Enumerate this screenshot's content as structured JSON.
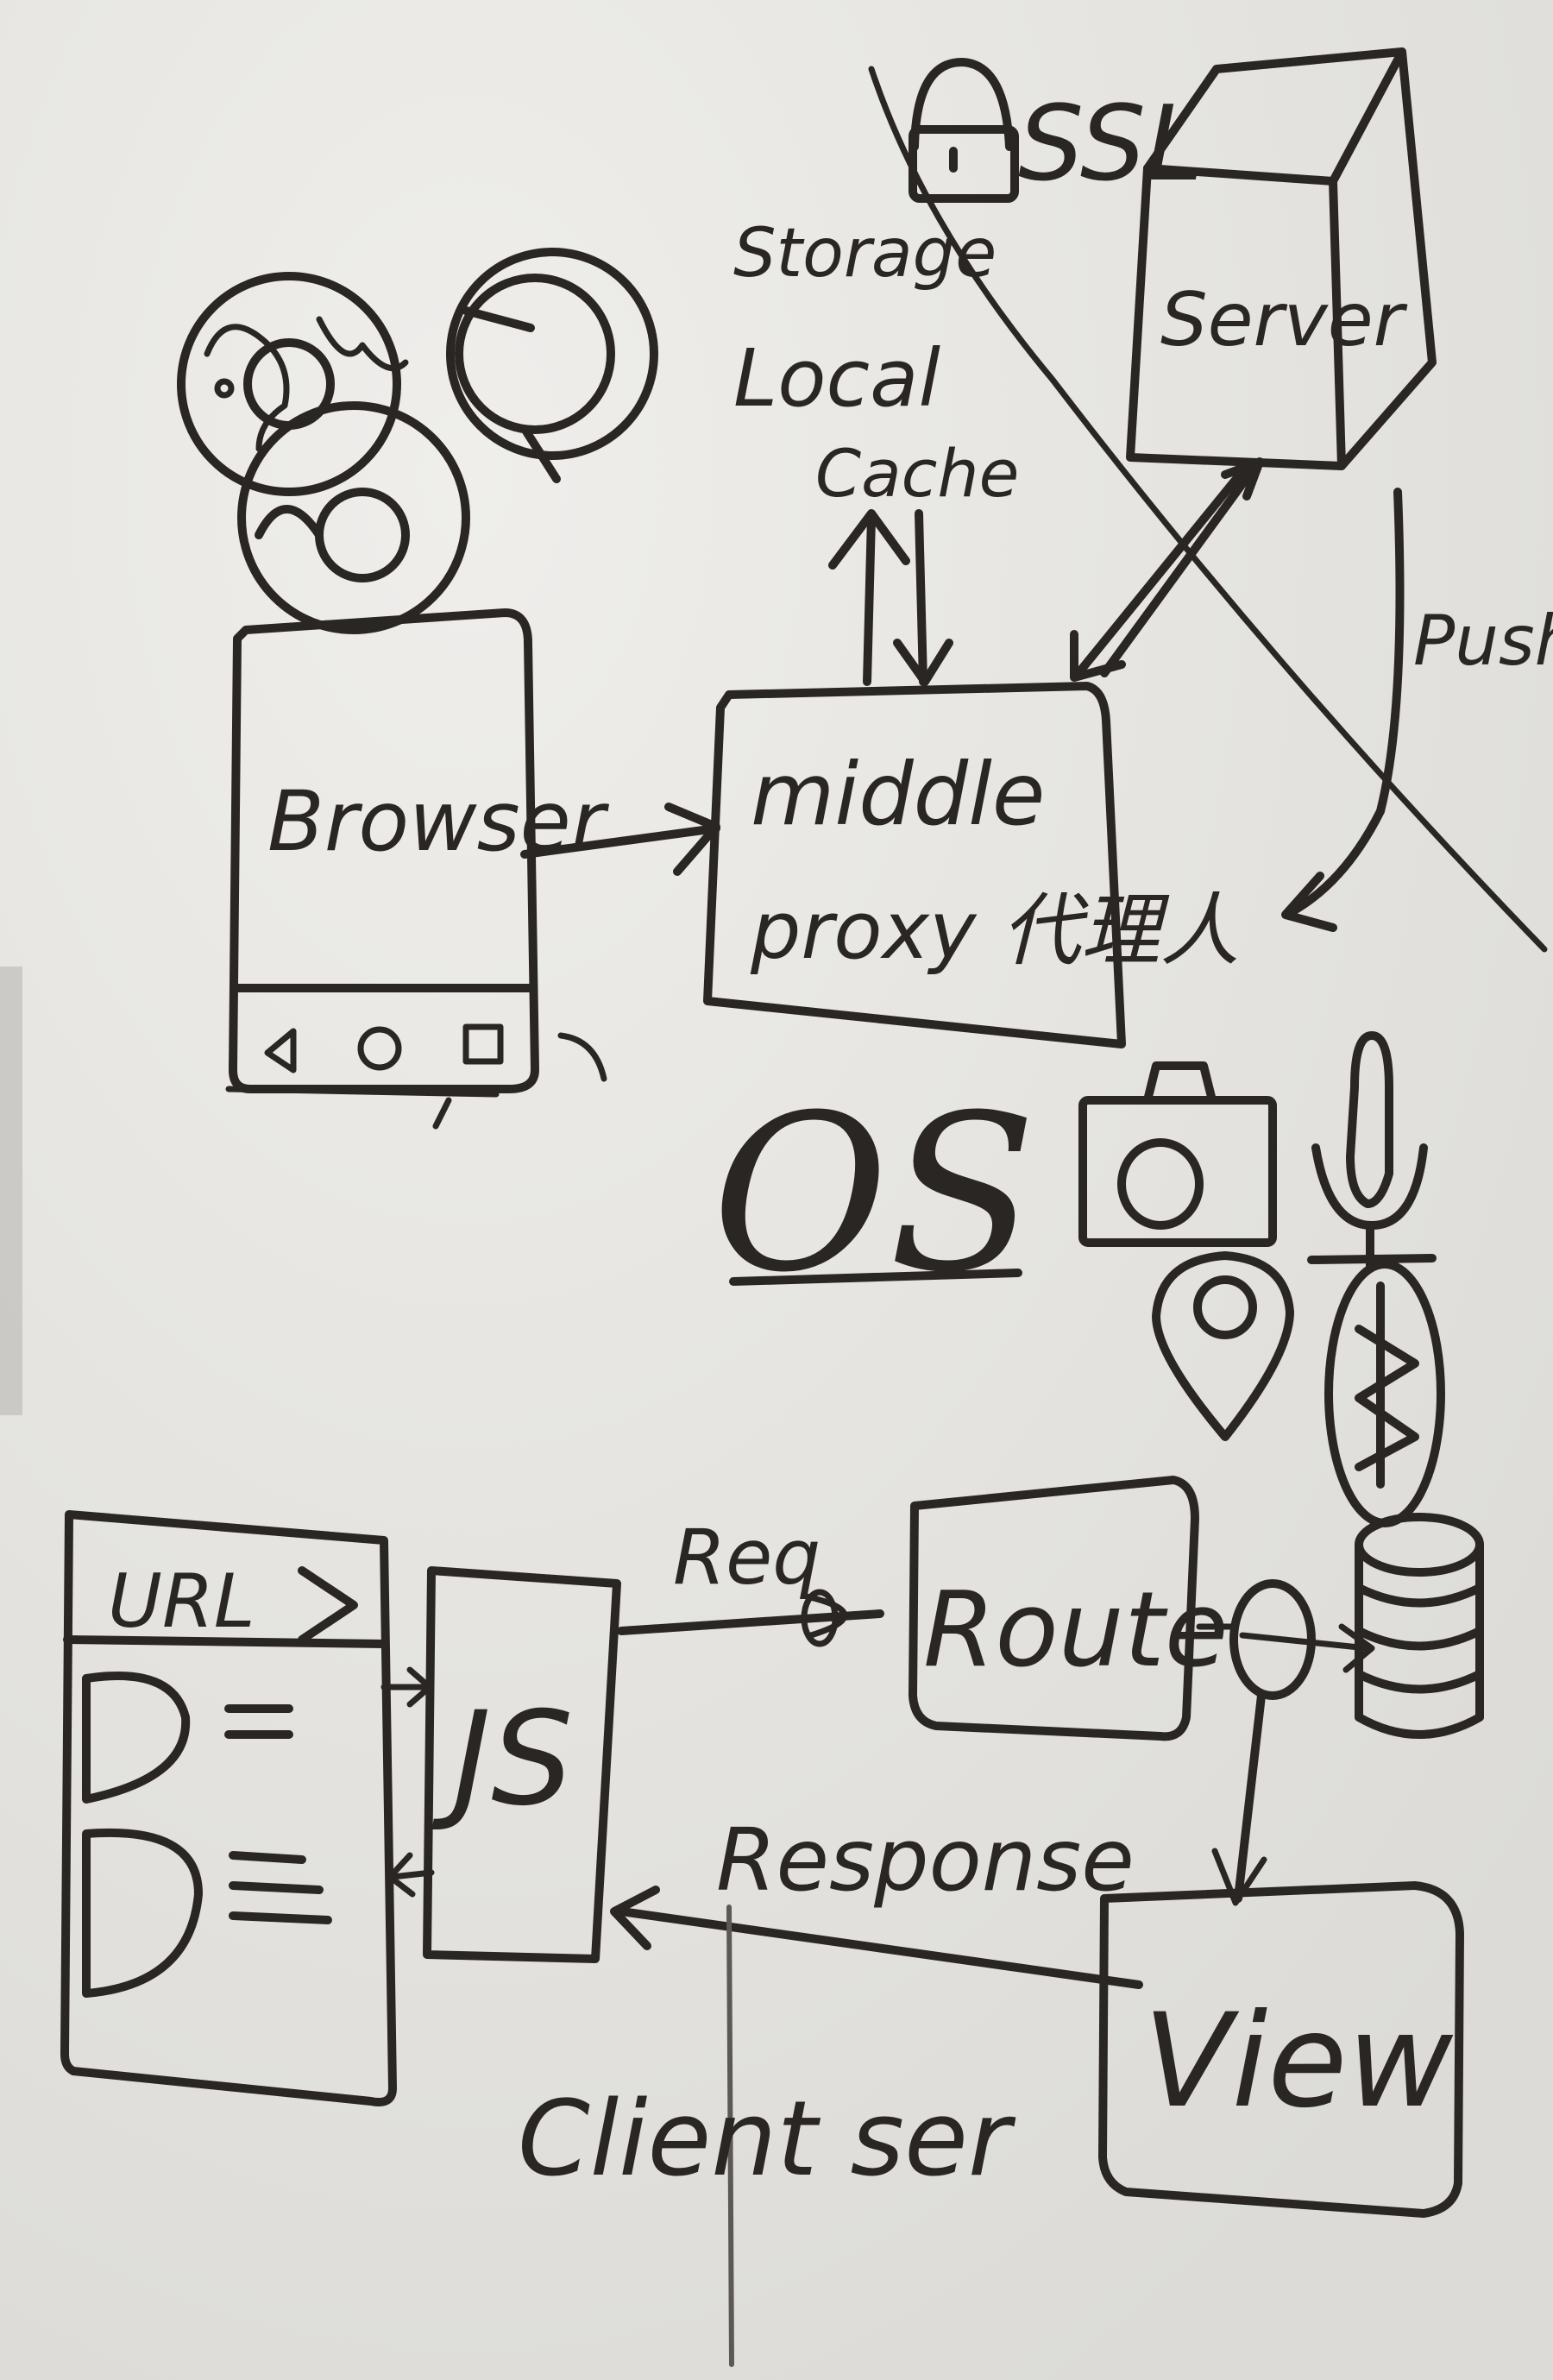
{
  "labels": {
    "ssl": "SSL",
    "server": "Server",
    "storage": "Storage",
    "local": "Local",
    "cache": "Cache",
    "push": "Push",
    "browser": "Browser",
    "middle": "middle",
    "proxy": "proxy 代理人",
    "os": "OS",
    "url": "URL",
    "req": "Req",
    "js": "JS",
    "route": "Route",
    "response": "Response",
    "client_server": "Client ser",
    "view": "View"
  },
  "ink_color": "#2a2624",
  "board_color": "#e6e5e1",
  "icons": [
    "lock-icon",
    "chrome-icon",
    "safari-icon",
    "firefox-icon",
    "phone-icon",
    "camera-icon",
    "microphone-icon",
    "location-pin-icon",
    "bluetooth-icon",
    "database-icon"
  ]
}
